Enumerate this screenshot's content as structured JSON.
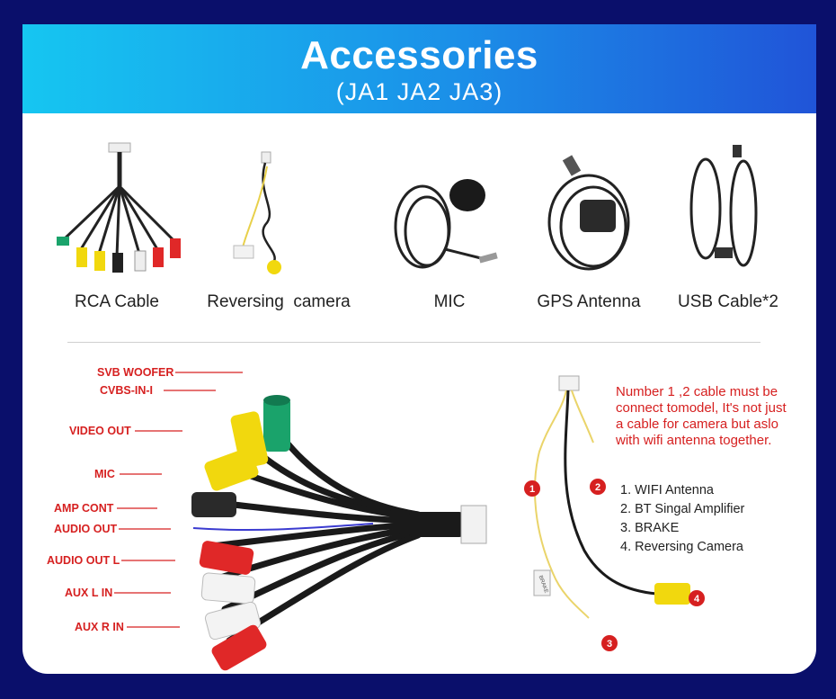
{
  "banner": {
    "title": "Accessories",
    "subtitle": "(JA1 JA2 JA3)"
  },
  "accessories": [
    {
      "label": "RCA Cable"
    },
    {
      "label": "Reversing  camera"
    },
    {
      "label": "MIC"
    },
    {
      "label": "GPS Antenna"
    },
    {
      "label": "USB Cable*2"
    }
  ],
  "harness": {
    "labels": [
      "SVB WOOFER",
      "CVBS-IN-I",
      "VIDEO OUT",
      "MIC",
      "AMP CONT",
      "AUDIO OUT",
      "AUDIO OUT L",
      "AUX L IN",
      "AUX R IN"
    ]
  },
  "camera_cable": {
    "markers": [
      "1",
      "2",
      "3",
      "4"
    ],
    "tag_text": "BRAKE",
    "note": "Number 1 ,2 cable must be connect tomodel, It's not just a cable for camera but aslo with wifi antenna together.",
    "list": [
      "1. WIFI Antenna",
      "2. BT Singal Amplifier",
      "3. BRAKE",
      "4. Reversing Camera"
    ]
  },
  "colors": {
    "background": "#0a0f6b",
    "banner_start": "#16c6f1",
    "banner_end": "#2054d8",
    "label_red": "#d62020"
  }
}
